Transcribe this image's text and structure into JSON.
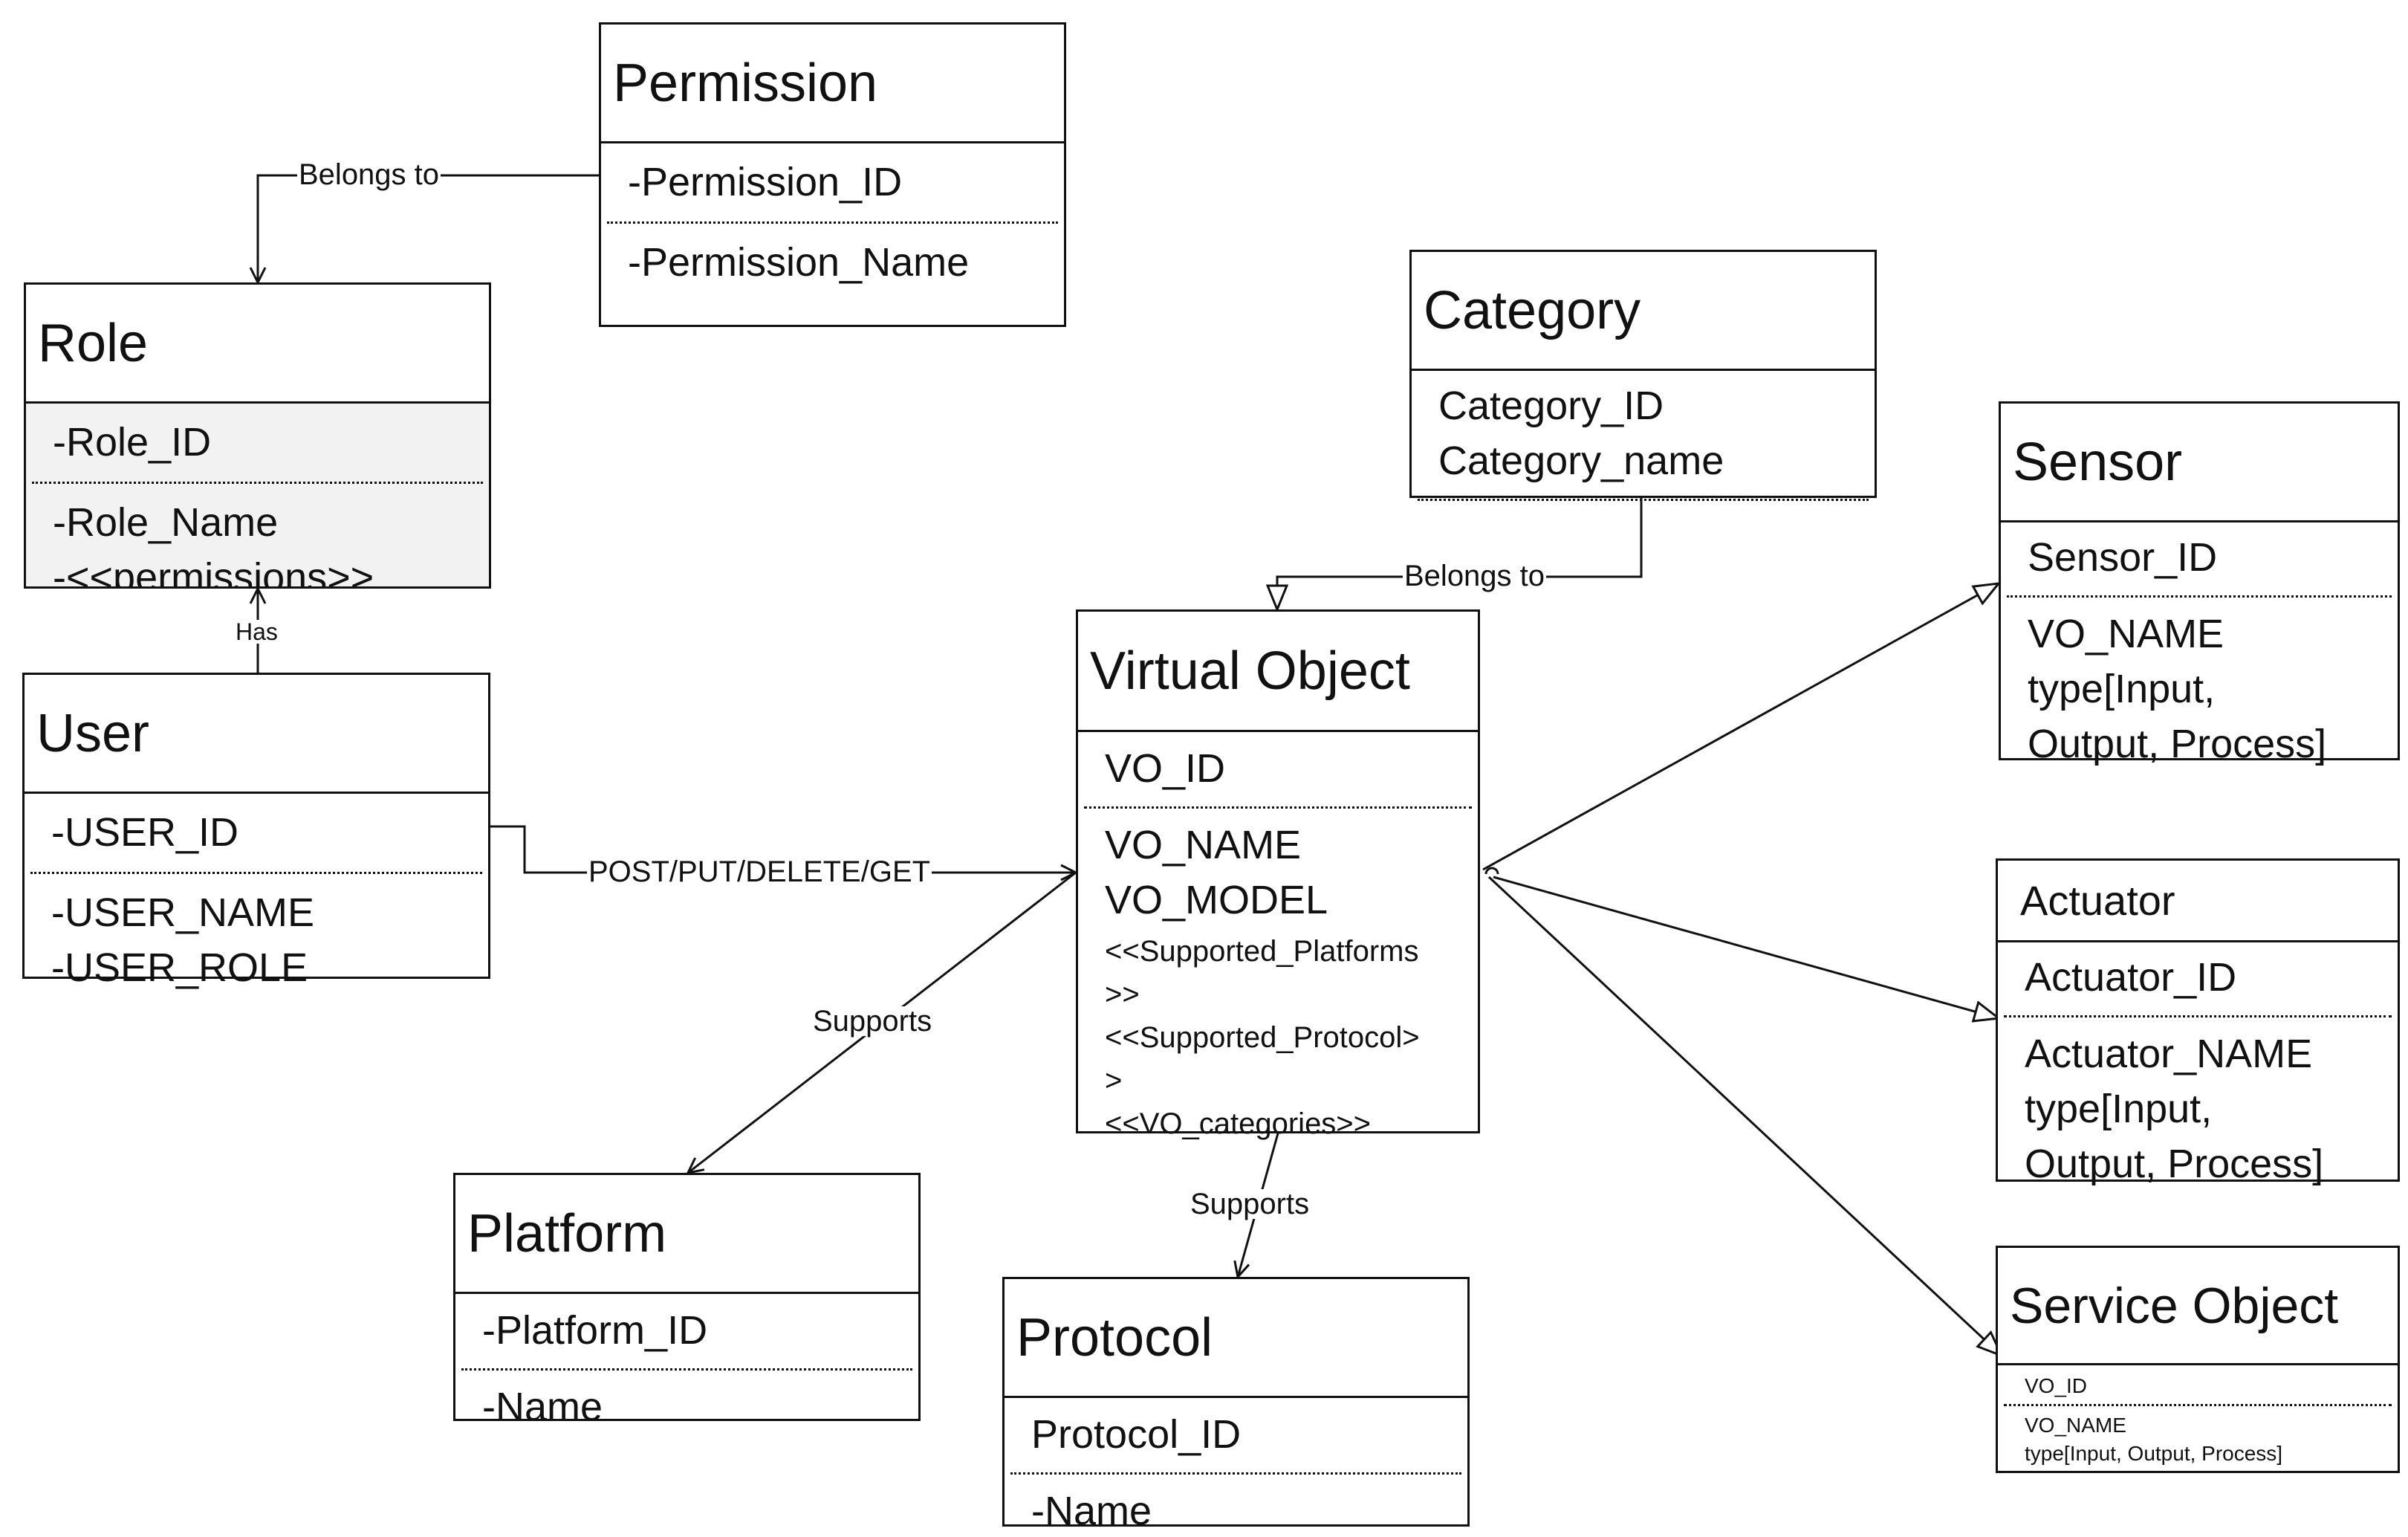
{
  "colors": {
    "line": "#111111",
    "role_fill": "#f2f2f2",
    "background": "#ffffff"
  },
  "entities": {
    "permission": {
      "title": "Permission",
      "fields": [
        "-Permission_ID",
        "-Permission_Name"
      ]
    },
    "role": {
      "title": "Role",
      "fields": [
        "-Role_ID",
        "-Role_Name",
        "-<<permissions>>"
      ]
    },
    "user": {
      "title": "User",
      "fields": [
        "-USER_ID",
        "-USER_NAME",
        "-USER_ROLE"
      ]
    },
    "category": {
      "title": "Category",
      "fields": [
        "Category_ID",
        "Category_name"
      ]
    },
    "virtual_object": {
      "title": "Virtual Object",
      "fields": [
        "VO_ID",
        "VO_NAME",
        "VO_MODEL",
        "<<Supported_Platforms",
        ">>",
        "<<Supported_Protocol>",
        ">",
        "<<VO_categories>>"
      ]
    },
    "sensor": {
      "title": "Sensor",
      "fields": [
        "Sensor_ID",
        "VO_NAME",
        "type[Input,",
        "Output, Process]"
      ]
    },
    "actuator": {
      "title": "Actuator",
      "fields": [
        "Actuator_ID",
        "Actuator_NAME",
        "type[Input,",
        "Output, Process]"
      ]
    },
    "service_object": {
      "title": "Service Object",
      "fields": [
        "VO_ID",
        "VO_NAME",
        "type[Input, Output, Process]"
      ]
    },
    "platform": {
      "title": "Platform",
      "fields": [
        "-Platform_ID",
        "-Name"
      ]
    },
    "protocol": {
      "title": "Protocol",
      "fields": [
        "Protocol_ID",
        "-Name"
      ]
    }
  },
  "relations": {
    "permission_role": "Belongs to",
    "user_role": "Has",
    "category_vo": "Belongs to",
    "user_vo": "POST/PUT/DELETE/GET",
    "vo_platform": "Supports",
    "vo_protocol": "Supports"
  }
}
